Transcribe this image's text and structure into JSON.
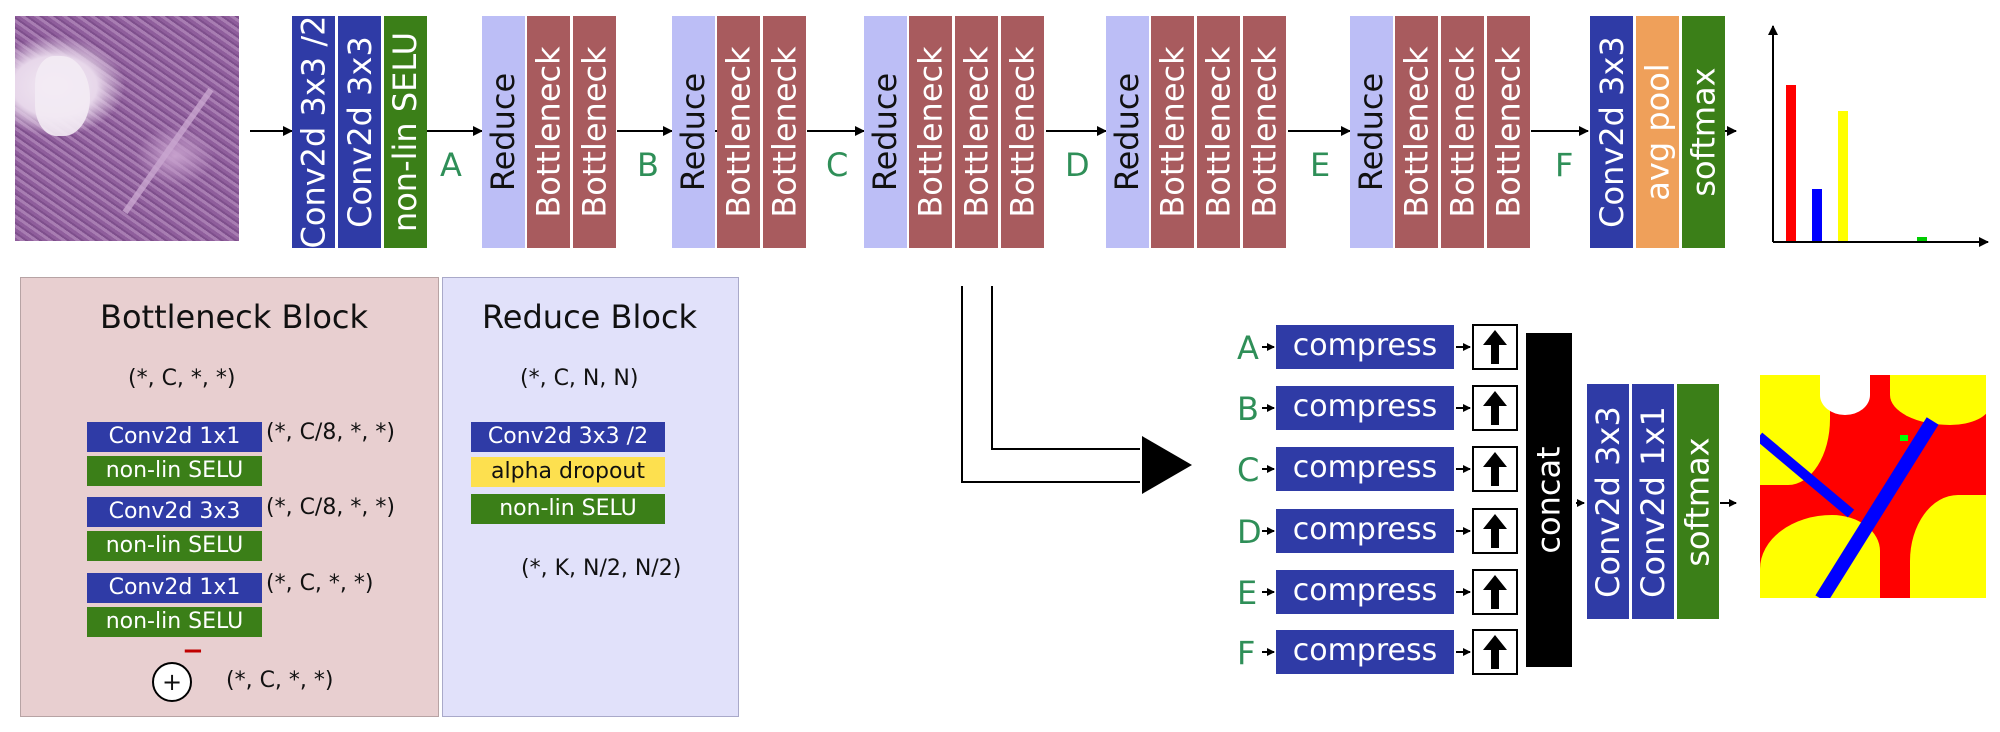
{
  "pipeline": {
    "stem": [
      "Conv2d 3x3 /2",
      "Conv2d 3x3",
      "non-lin SELU"
    ],
    "stages": [
      {
        "tag": "A",
        "reduce": "Reduce",
        "bottlenecks": [
          "Bottleneck",
          "Bottleneck"
        ]
      },
      {
        "tag": "B",
        "reduce": "Reduce",
        "bottlenecks": [
          "Bottleneck",
          "Bottleneck"
        ]
      },
      {
        "tag": "C",
        "reduce": "Reduce",
        "bottlenecks": [
          "Bottleneck",
          "Bottleneck",
          "Bottleneck"
        ]
      },
      {
        "tag": "D",
        "reduce": "Reduce",
        "bottlenecks": [
          "Bottleneck",
          "Bottleneck",
          "Bottleneck"
        ]
      },
      {
        "tag": "E",
        "reduce": "Reduce",
        "bottlenecks": [
          "Bottleneck",
          "Bottleneck",
          "Bottleneck"
        ]
      }
    ],
    "last_tag": "F",
    "head": [
      "Conv2d 3x3",
      "avg pool",
      "softmax"
    ]
  },
  "output_bars": {
    "values": [
      0.78,
      0.26,
      0.65,
      0.02
    ],
    "colors": [
      "#ff0000",
      "#0000ff",
      "#ffff00",
      "#00cc00"
    ]
  },
  "bottleneck_block": {
    "title": "Bottleneck Block",
    "input_shape": "(*, C, *, *)",
    "layers": [
      "Conv2d 1x1",
      "non-lin SELU",
      "Conv2d 3x3",
      "non-lin SELU",
      "Conv2d 1x1",
      "non-lin SELU"
    ],
    "shapes": [
      "(*, C/8, *, *)",
      "(*, C/8, *, *)",
      "(*, C, *, *)"
    ],
    "sum_symbol": "+",
    "minus_symbol": "−",
    "output_shape": "(*, C, *, *)"
  },
  "reduce_block": {
    "title": "Reduce Block",
    "input_shape": "(*, C, N, N)",
    "layers": [
      "Conv2d 3x3 /2",
      "alpha dropout",
      "non-lin SELU"
    ],
    "output_shape": "(*, K, N/2, N/2)"
  },
  "segmentation": {
    "tags": [
      "A",
      "B",
      "C",
      "D",
      "E",
      "F"
    ],
    "compress_label": "compress",
    "upsample_icon": "up-arrow-icon",
    "concat_label": "concat",
    "head": [
      "Conv2d 3x3",
      "Conv2d 1x1",
      "softmax"
    ]
  },
  "colors": {
    "conv": "#2f3ba6",
    "selu": "#3b7f18",
    "bottleneck": "#a85b5e",
    "reduce": "#bcbef6",
    "pool": "#efa05a",
    "dropout": "#fde04f",
    "tag": "#2f8f58",
    "bottleneck_panel": "#e8cfd0",
    "reduce_panel": "#e1e1fa"
  }
}
